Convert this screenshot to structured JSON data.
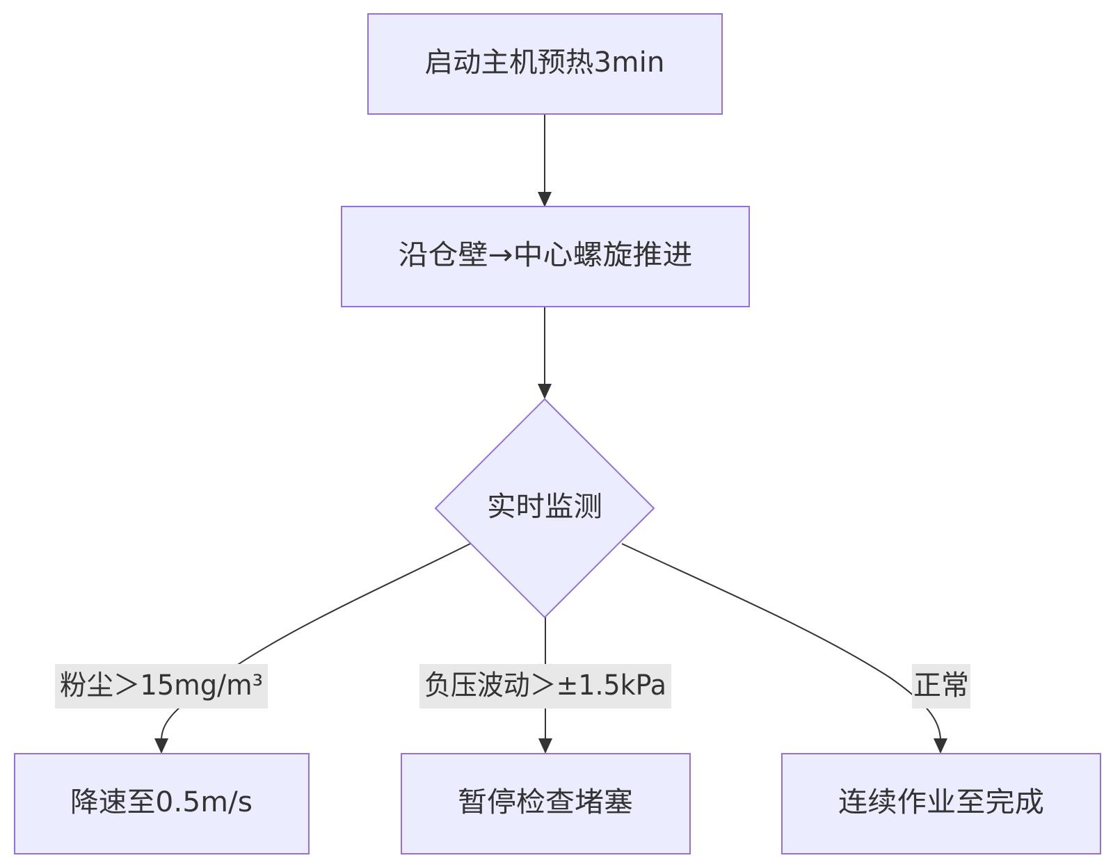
{
  "nodes": {
    "start": "启动主机预热3min",
    "advance": "沿仓壁→中心螺旋推进",
    "monitor": "实时监测",
    "slowdown": "降速至0.5m/s",
    "pause": "暂停检查堵塞",
    "continue": "连续作业至完成"
  },
  "edges": {
    "dust": "粉尘＞15mg/m³",
    "pressure": "负压波动＞±1.5kPa",
    "normal": "正常"
  },
  "colors": {
    "node_fill": "#ececff",
    "node_stroke": "#9370db",
    "edge": "#333333",
    "edge_label_bg": "#e8e8e8",
    "text": "#333333"
  }
}
